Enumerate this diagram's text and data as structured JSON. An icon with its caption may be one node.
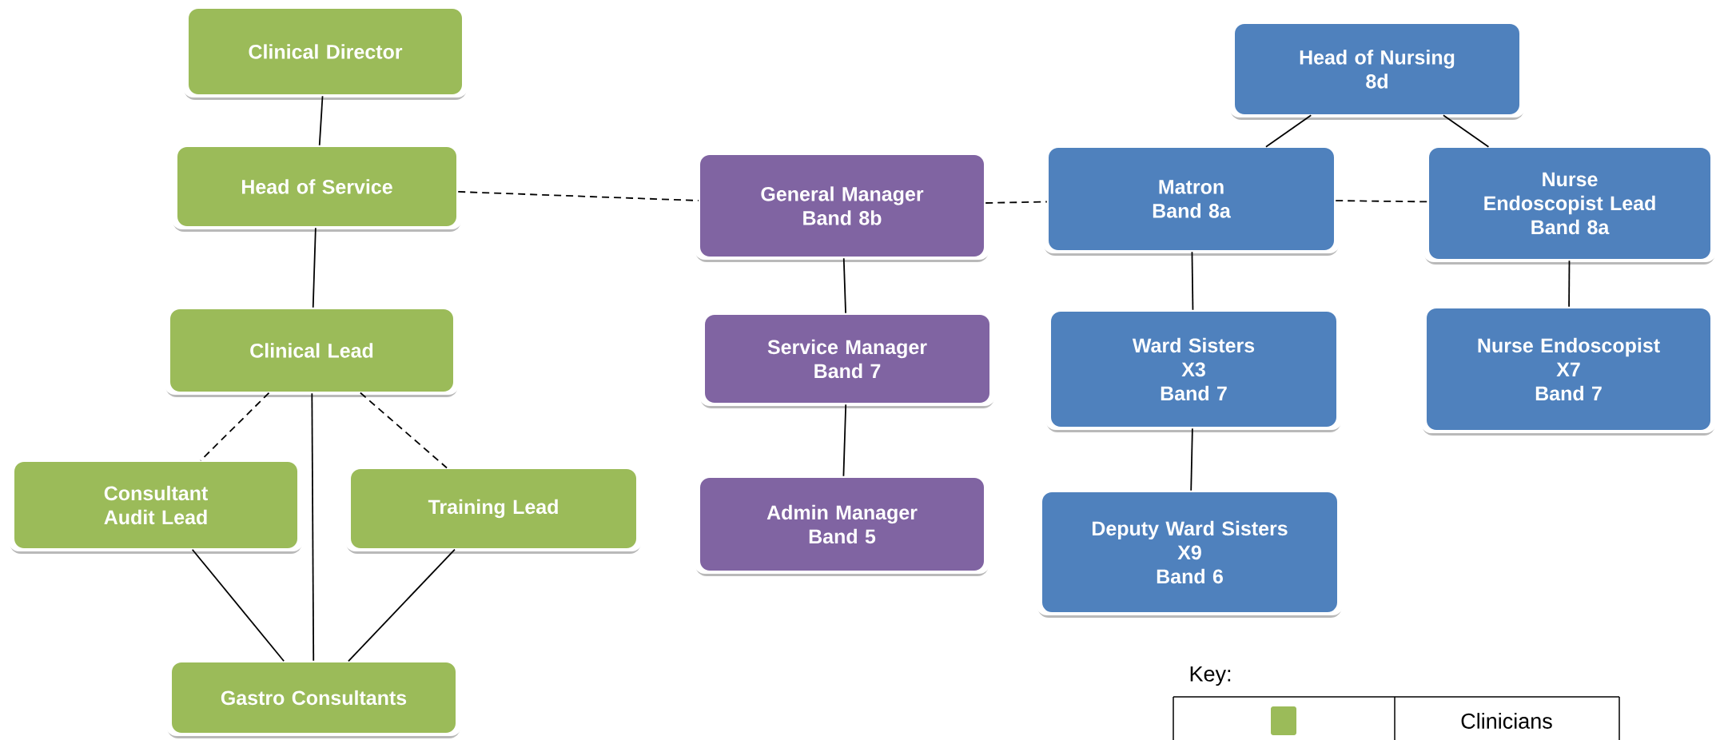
{
  "diagram": {
    "nodes": [
      {
        "text": [
          "Clinical Director"
        ]
      },
      {
        "text": [
          "Head of Service"
        ]
      },
      {
        "text": [
          "Clinical Lead"
        ]
      },
      {
        "text": [
          "Consultant Audit Lead"
        ]
      },
      {
        "text": [
          "Training Lead"
        ]
      },
      {
        "text": [
          "Gastro Consultants"
        ]
      },
      {
        "text": [
          "General Manager",
          "Band 8b"
        ]
      },
      {
        "text": [
          "Service Manager",
          "Band 7"
        ]
      },
      {
        "text": [
          "Admin Manager",
          "Band 5"
        ]
      },
      {
        "text": [
          "Head of Nursing",
          "8d"
        ]
      },
      {
        "text": [
          "Matron",
          "Band 8a"
        ]
      },
      {
        "text": [
          "Nurse Endoscopist Lead",
          "Band 8a"
        ]
      },
      {
        "text": [
          "Ward Sisters",
          "X3",
          "Band 7"
        ]
      },
      {
        "text": [
          "Nurse Endoscopist",
          "X7",
          "Band 7"
        ]
      },
      {
        "text": [
          "Deputy Ward Sisters",
          "X9",
          "Band 6"
        ]
      }
    ],
    "edges": [
      {
        "from": 0,
        "to": 1,
        "arrow": "none"
      },
      {
        "from": 1,
        "to": 6,
        "arrow": "none",
        "style": "dashed"
      },
      {
        "from": 6,
        "to": 10,
        "arrow": "none",
        "style": "dashed"
      },
      {
        "from": 10,
        "to": 11,
        "arrow": "none",
        "style": "dashed"
      },
      {
        "from": 1,
        "to": 2,
        "arrow": "none"
      },
      {
        "from": 2,
        "to": 3,
        "arrow": "none",
        "style": "dashed"
      },
      {
        "from": 2,
        "to": 4,
        "arrow": "none",
        "style": "dashed"
      },
      {
        "from": 2,
        "to": 5,
        "arrow": "none"
      },
      {
        "from": 3,
        "to": 5,
        "arrow": "none"
      },
      {
        "from": 4,
        "to": 5,
        "arrow": "none"
      },
      {
        "from": 6,
        "to": 7,
        "arrow": "none"
      },
      {
        "from": 7,
        "to": 8,
        "arrow": "none"
      },
      {
        "from": 9,
        "to": 10,
        "arrow": "none"
      },
      {
        "from": 9,
        "to": 11,
        "arrow": "none"
      },
      {
        "from": 10,
        "to": 12,
        "arrow": "none"
      },
      {
        "from": 12,
        "to": 14,
        "arrow": "none"
      },
      {
        "from": 11,
        "to": 13,
        "arrow": "none"
      }
    ],
    "labels": [
      "Key:"
    ],
    "legend": [
      {
        "text": "Clinicians",
        "color": "#9bbb59"
      }
    ]
  }
}
